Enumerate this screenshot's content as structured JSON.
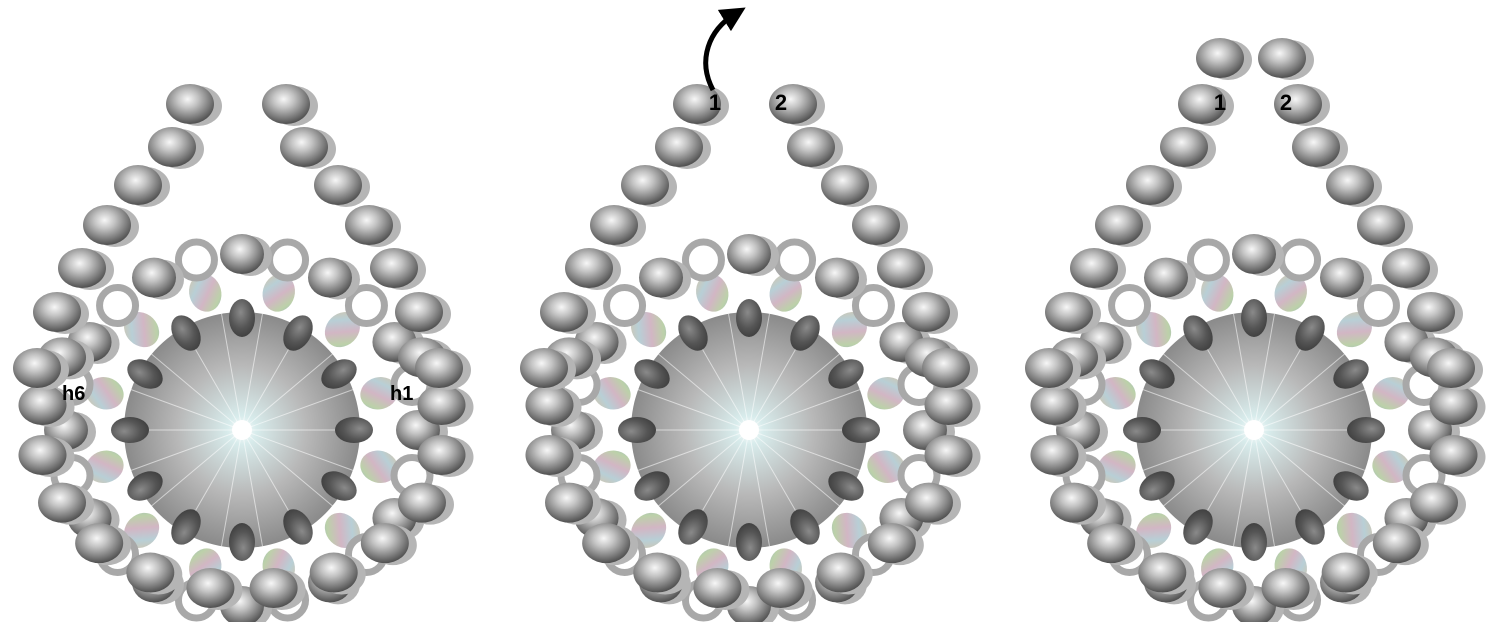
{
  "diagrams": [
    {
      "id": "step-a",
      "side_labels": {
        "left": "h6",
        "right": "h1"
      },
      "top_bead_labels": [],
      "extra_top_beads": false,
      "arrow": false
    },
    {
      "id": "step-b",
      "side_labels": null,
      "top_bead_labels": [
        "1",
        "2"
      ],
      "extra_top_beads": false,
      "arrow": true
    },
    {
      "id": "step-c",
      "side_labels": null,
      "top_bead_labels": [
        "1",
        "2"
      ],
      "extra_top_beads": true,
      "arrow": false
    }
  ],
  "colors": {
    "bead_light": "#f4f4f4",
    "bead_mid": "#9a9a9a",
    "bead_dark": "#4a4a4a",
    "ring": "#a8a8a8",
    "dark_seed": "#555555",
    "center_glow": "#e8f4f4",
    "center_edge": "#8c8c8c",
    "ab_colors": [
      "#c9b79a",
      "#a9c0c8",
      "#c4a9b4",
      "#b4c6a2"
    ]
  },
  "icons": {
    "arrow": "curved-arrow-icon"
  }
}
